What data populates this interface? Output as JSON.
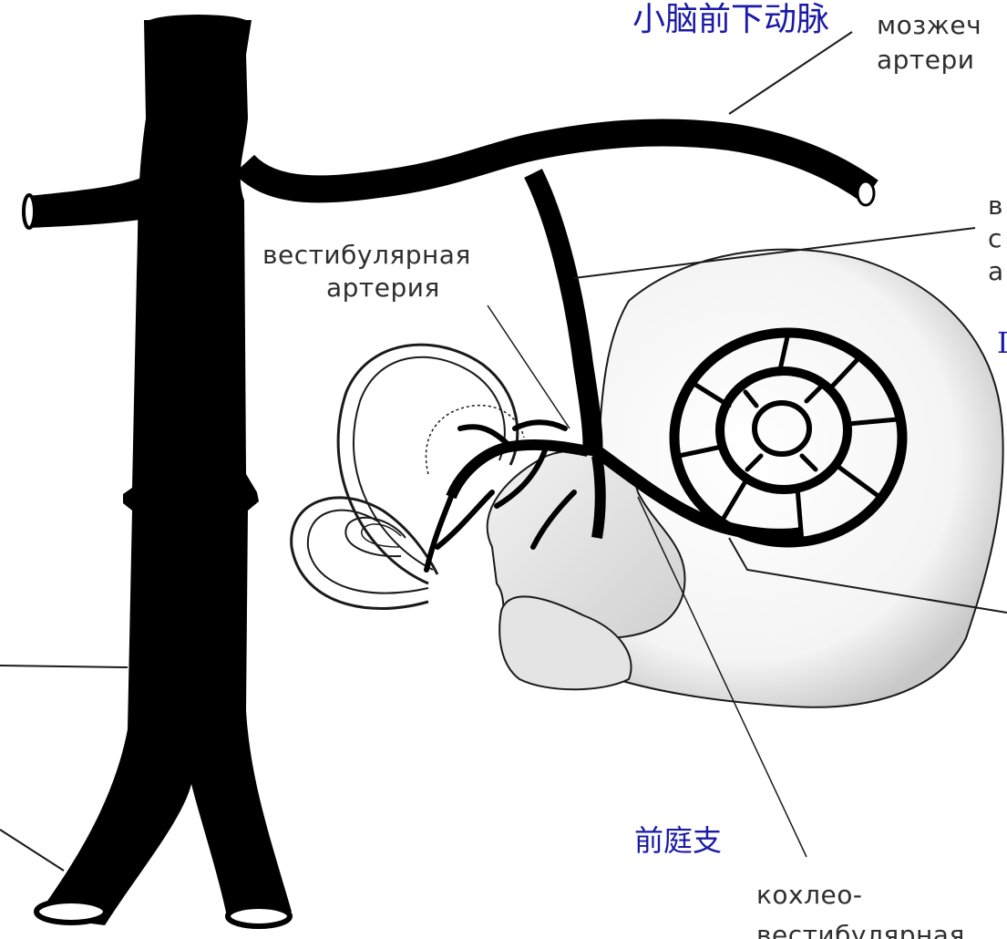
{
  "labels": {
    "aica_cn": "小脑前下动脉",
    "aica_ru_1": "мозжеч",
    "aica_ru_2": "артери",
    "vest_artery_1": "вестибулярная",
    "vest_artery_2": "артерия",
    "right_ru_1": "в",
    "right_ru_2": "с",
    "right_ru_3": "а",
    "right_cn": "I",
    "vest_branch_cn": "前庭支",
    "cochleo_1": "кохлео-",
    "cochleo_2": "вестибулярная"
  },
  "colors": {
    "vessel": "#000000",
    "structure_line": "#1a1a1a",
    "russian_text": "#2e2e2e",
    "chinese_text": "#1a1aa6"
  }
}
